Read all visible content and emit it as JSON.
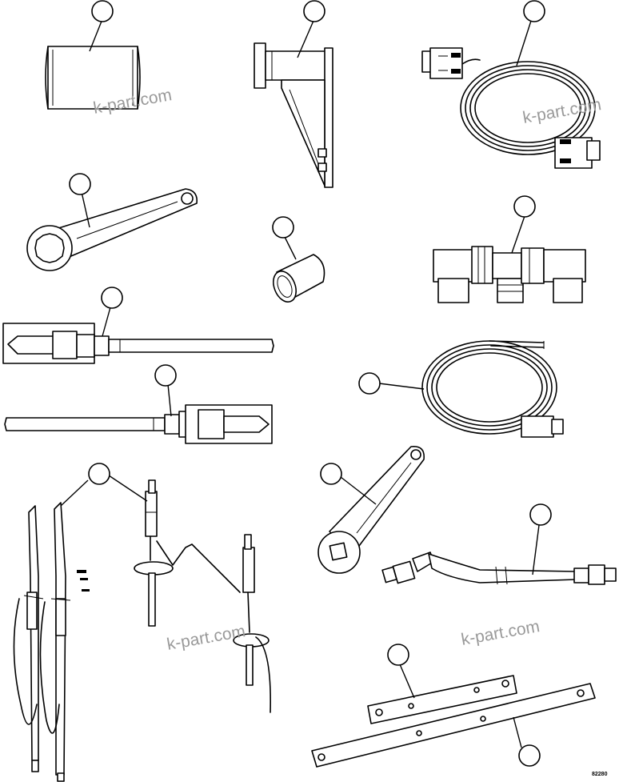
{
  "watermark": "k-part.com",
  "drawing_ref": "82280",
  "colors": {
    "line": "#000000",
    "background": "#ffffff",
    "watermark": "#9a9a9a"
  },
  "items": [
    {
      "id": "sleeve-tool",
      "icon": "sleeve-icon"
    },
    {
      "id": "bracket-fixture",
      "icon": "bracket-icon"
    },
    {
      "id": "coiled-cable-with-connectors",
      "icon": "cable-icon"
    },
    {
      "id": "box-end-wrench",
      "icon": "wrench-icon"
    },
    {
      "id": "bushing",
      "icon": "bushing-icon"
    },
    {
      "id": "tee-fitting-adapter",
      "icon": "tee-fitting-icon"
    },
    {
      "id": "puller-tool-upper",
      "icon": "puller-icon"
    },
    {
      "id": "coiled-cable",
      "icon": "cable-icon"
    },
    {
      "id": "puller-tool-lower",
      "icon": "puller-icon"
    },
    {
      "id": "probe-assembly",
      "icon": "probe-icon"
    },
    {
      "id": "square-drive-wrench",
      "icon": "wrench-icon"
    },
    {
      "id": "hose-assembly",
      "icon": "hose-icon"
    },
    {
      "id": "straight-bars",
      "icon": "bar-icon"
    }
  ]
}
